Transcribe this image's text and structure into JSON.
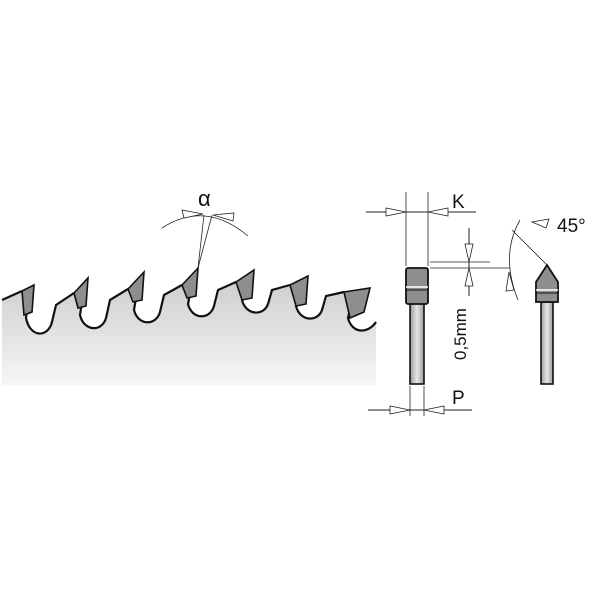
{
  "labels": {
    "alpha": "α",
    "k": "K",
    "angle": "45°",
    "thickness": "0,5mm",
    "p": "P"
  },
  "colors": {
    "blade_gradient_top": "#cfcfcf",
    "blade_gradient_bottom": "#f4f4f4",
    "carbide": "#8e8e8e",
    "line": "#111111"
  }
}
